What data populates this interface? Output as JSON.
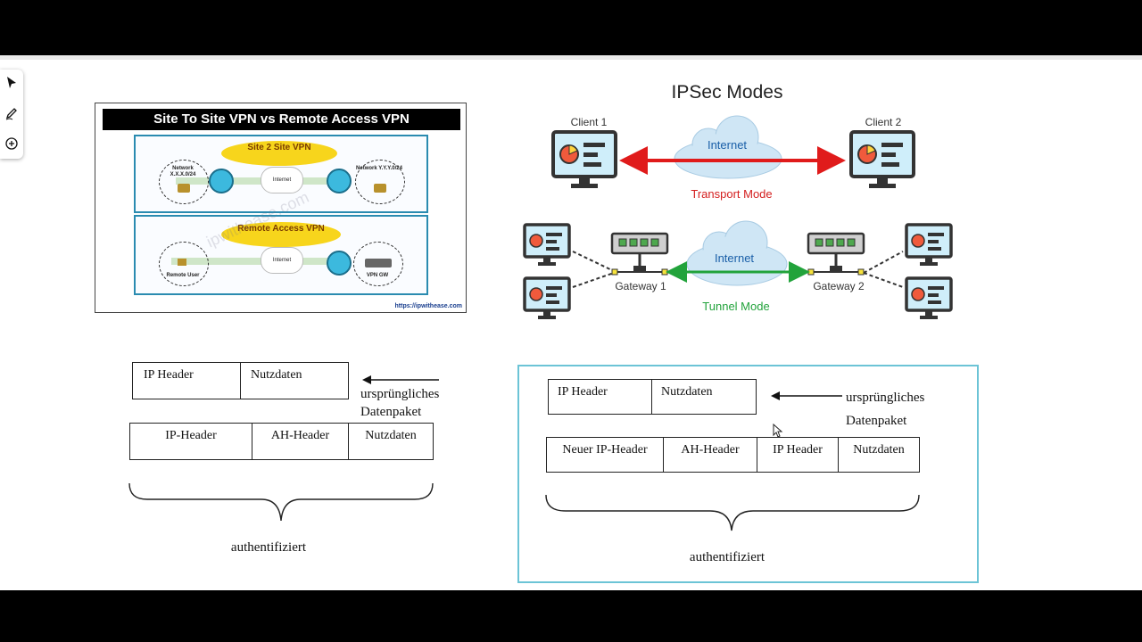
{
  "toolbar": {
    "tools": [
      {
        "name": "select-tool",
        "icon": "cursor-arrow-icon"
      },
      {
        "name": "pen-tool",
        "icon": "pen-icon"
      },
      {
        "name": "add-tool",
        "icon": "plus-circle-icon"
      }
    ]
  },
  "vpn_diagram": {
    "title": "Site To Site VPN vs Remote Access VPN",
    "site2site_label": "Site 2 Site VPN",
    "remote_label": "Remote Access VPN",
    "network_a": "Network X.X.X.0/24",
    "network_b": "Network Y.Y.Y.0/24",
    "internet": "Internet",
    "remote_user": "Remote User",
    "vpn_gw": "VPN GW",
    "watermark": "ipwithease.com",
    "source": "https://ipwithease.com"
  },
  "ipsec": {
    "title": "IPSec Modes",
    "client1": "Client 1",
    "client2": "Client 2",
    "internet": "Internet",
    "transport_mode": "Transport Mode",
    "gateway1": "Gateway 1",
    "gateway2": "Gateway 2",
    "tunnel_mode": "Tunnel Mode",
    "colors": {
      "transport": "#e01b1b",
      "tunnel": "#22a33b",
      "cloud": "#cfe6f5"
    }
  },
  "left_packets": {
    "original": {
      "cells": [
        "IP Header",
        "Nutzdaten"
      ]
    },
    "note_line1": "ursprüngliches",
    "note_line2": "Datenpaket",
    "ah": {
      "cells": [
        "IP-Header",
        "AH-Header",
        "Nutzdaten"
      ]
    },
    "auth_label": "authentifiziert"
  },
  "right_packets": {
    "original": {
      "cells": [
        "IP Header",
        "Nutzdaten"
      ]
    },
    "note_line1": "ursprüngliches",
    "note_line2": "Datenpaket",
    "ah": {
      "cells": [
        "Neuer IP-Header",
        "AH-Header",
        "IP Header",
        "Nutzdaten"
      ]
    },
    "auth_label": "authentifiziert",
    "frame_color": "#6cc4d6"
  }
}
